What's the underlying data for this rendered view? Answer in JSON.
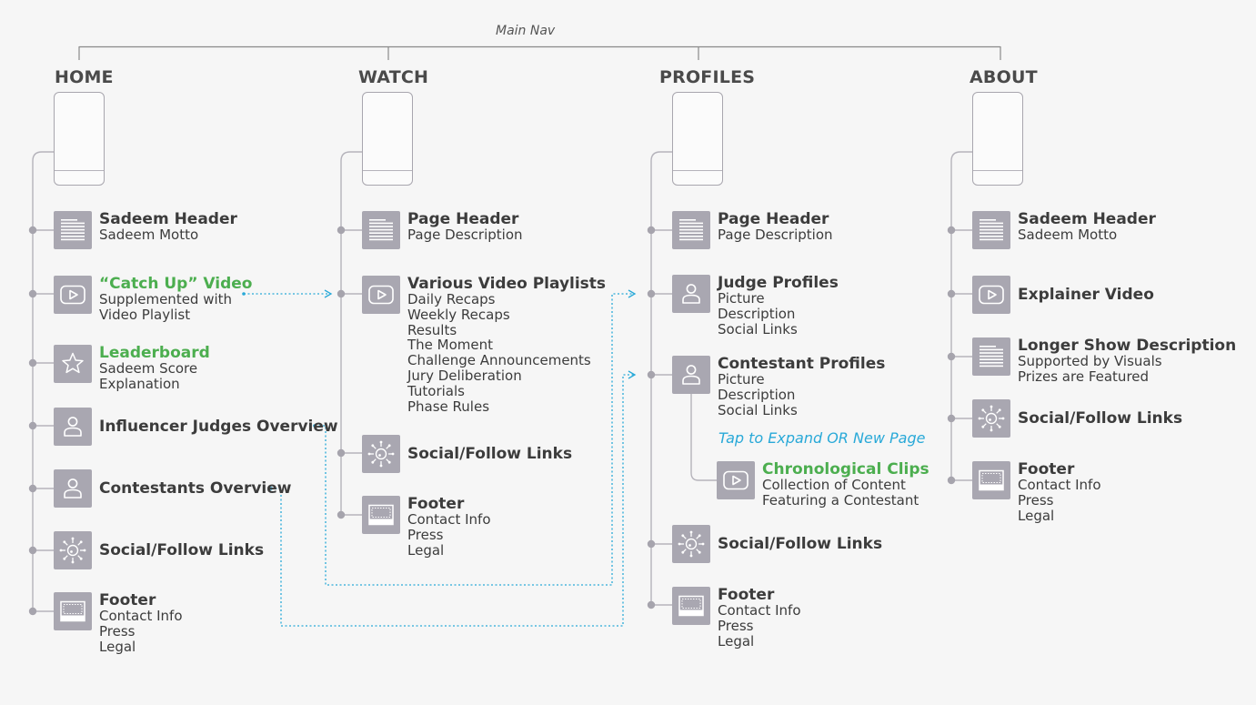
{
  "nav": {
    "label": "Main Nav"
  },
  "columns": [
    {
      "title": "HOME",
      "items": [
        {
          "icon": "lines",
          "title": "Sadeem Header",
          "subs": [
            "Sadeem Motto"
          ]
        },
        {
          "icon": "video",
          "title": "“Catch Up” Video",
          "green": true,
          "subs": [
            "Supplemented with",
            "Video Playlist"
          ]
        },
        {
          "icon": "star",
          "title": "Leaderboard",
          "green": true,
          "subs": [
            "Sadeem Score",
            "Explanation"
          ]
        },
        {
          "icon": "person",
          "title": "Influencer Judges Overview",
          "subs": []
        },
        {
          "icon": "person",
          "title": "Contestants Overview",
          "subs": []
        },
        {
          "icon": "social",
          "title": "Social/Follow Links",
          "subs": []
        },
        {
          "icon": "footer",
          "title": "Footer",
          "subs": [
            "Contact Info",
            "Press",
            "Legal"
          ]
        }
      ]
    },
    {
      "title": "WATCH",
      "items": [
        {
          "icon": "lines",
          "title": "Page Header",
          "subs": [
            "Page Description"
          ]
        },
        {
          "icon": "video",
          "title": "Various Video Playlists",
          "subs": [
            "Daily Recaps",
            "Weekly Recaps",
            "Results",
            "The Moment",
            "Challenge Announcements",
            "Jury Deliberation",
            "Tutorials",
            "Phase Rules"
          ]
        },
        {
          "icon": "social",
          "title": "Social/Follow Links",
          "subs": []
        },
        {
          "icon": "footer",
          "title": "Footer",
          "subs": [
            "Contact Info",
            "Press",
            "Legal"
          ]
        }
      ]
    },
    {
      "title": "PROFILES",
      "items": [
        {
          "icon": "lines",
          "title": "Page Header",
          "subs": [
            "Page Description"
          ]
        },
        {
          "icon": "person",
          "title": "Judge Profiles",
          "subs": [
            "Picture",
            "Description",
            "Social Links"
          ]
        },
        {
          "icon": "person",
          "title": "Contestant Profiles",
          "subs": [
            "Picture",
            "Description",
            "Social Links"
          ]
        },
        {
          "icon": "social",
          "title": "Social/Follow Links",
          "subs": []
        },
        {
          "icon": "footer",
          "title": "Footer",
          "subs": [
            "Contact Info",
            "Press",
            "Legal"
          ]
        }
      ],
      "note": "Tap to Expand OR New Page",
      "child": {
        "icon": "video",
        "title": "Chronological Clips",
        "green": true,
        "subs": [
          "Collection of Content",
          "Featuring a Contestant"
        ]
      }
    },
    {
      "title": "ABOUT",
      "items": [
        {
          "icon": "lines",
          "title": "Sadeem Header",
          "subs": [
            "Sadeem Motto"
          ]
        },
        {
          "icon": "video",
          "title": "Explainer Video",
          "subs": []
        },
        {
          "icon": "lines",
          "title": "Longer Show Description",
          "subs": [
            "Supported by Visuals",
            "Prizes are Featured"
          ]
        },
        {
          "icon": "social",
          "title": "Social/Follow Links",
          "subs": []
        },
        {
          "icon": "footer",
          "title": "Footer",
          "subs": [
            "Contact Info",
            "Press",
            "Legal"
          ]
        }
      ]
    }
  ],
  "colors": {
    "tile": "#a9a7b1",
    "line": "#b5b3bb",
    "dot": "#a6a4ad",
    "green": "#4cae4f",
    "link": "#29a9d8"
  }
}
